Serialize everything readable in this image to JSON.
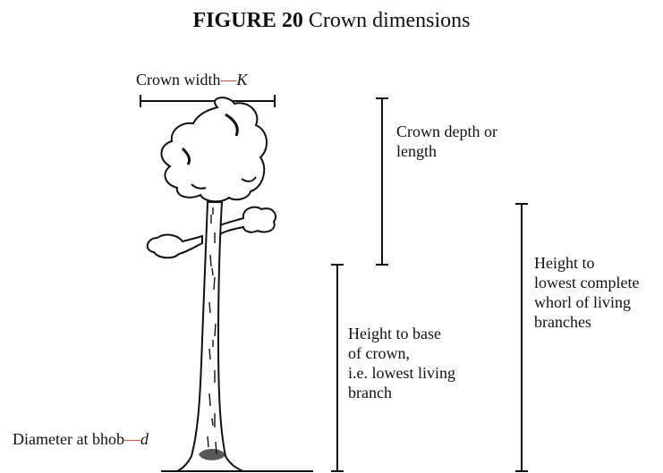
{
  "title": {
    "prefix": "FIGURE 20",
    "text": "Crown dimensions"
  },
  "labels": {
    "crown_width": "Crown width",
    "crown_width_symbol": "K",
    "crown_depth_line1": "Crown depth or",
    "crown_depth_line2": "length",
    "height_base_line1": "Height to base",
    "height_base_line2": "of crown,",
    "height_base_line3": "i.e. lowest living",
    "height_base_line4": "branch",
    "height_whorl_line1": "Height to",
    "height_whorl_line2": "lowest complete",
    "height_whorl_line3": "whorl of living",
    "height_whorl_line4": "branches",
    "diameter": "Diameter at bhob",
    "diameter_symbol": "d"
  },
  "colors": {
    "ink": "#111111",
    "dash": "#c0392b"
  }
}
